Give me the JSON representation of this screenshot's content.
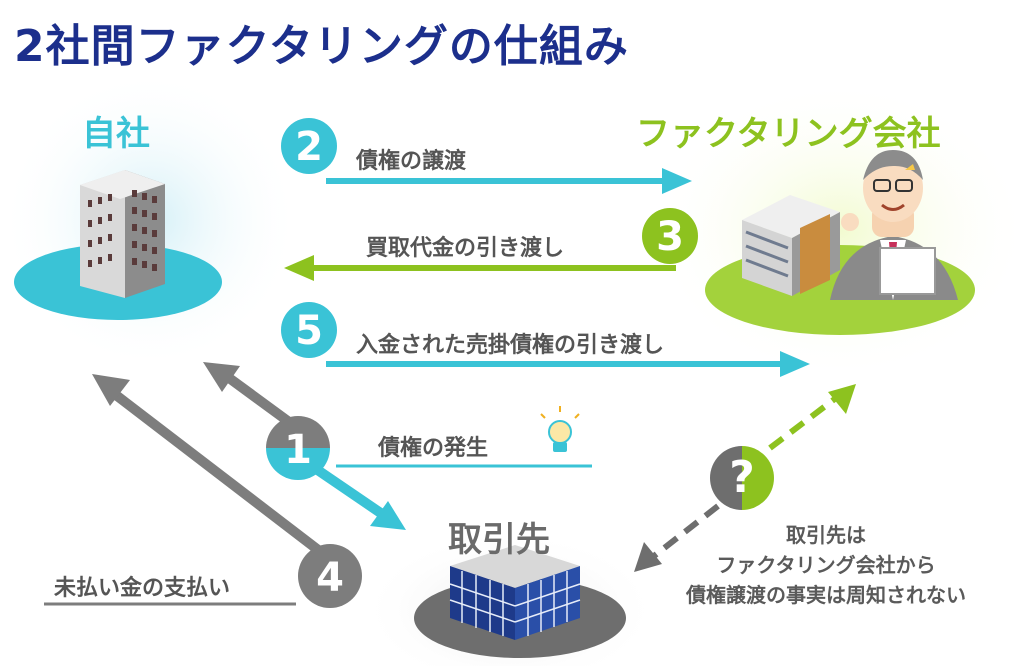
{
  "title": "2社間ファクタリングの仕組み",
  "parties": {
    "self": "自社",
    "factoring_company": "ファクタリング会社",
    "customer": "取引先"
  },
  "steps": [
    {
      "number": "1",
      "text": "債権の発生"
    },
    {
      "number": "2",
      "text": "債権の譲渡"
    },
    {
      "number": "3",
      "text": "買取代金の引き渡し"
    },
    {
      "number": "4",
      "text": "未払い金の支払い"
    },
    {
      "number": "5",
      "text": "入金された売掛債権の引き渡し"
    },
    {
      "number": "?",
      "text": ""
    }
  ],
  "note_lines": [
    "取引先は",
    "ファクタリング会社から",
    "債権譲渡の事実は周知されない"
  ],
  "icons": [
    "building-icon",
    "office-building-icon",
    "businessman-icon",
    "lightbulb-icon",
    "glass-building-icon"
  ],
  "colors": {
    "title": "#1c2f8c",
    "self": "#3ac3d6",
    "factoring": "#8dc21f",
    "customer": "#6a6a6a"
  }
}
